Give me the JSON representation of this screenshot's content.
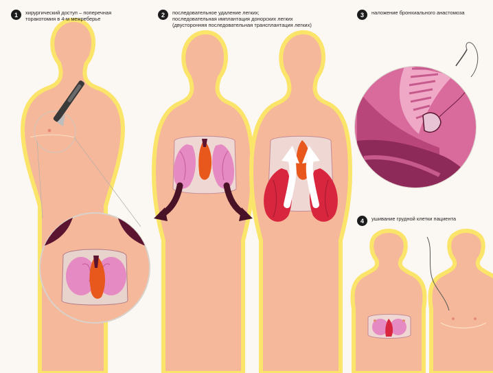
{
  "steps": [
    {
      "number": "1",
      "lines": [
        "хирургический доступ – поперечная",
        "торакотомия в 4-м межреберье"
      ]
    },
    {
      "number": "2",
      "lines": [
        "последовательное удаление легких;",
        "последовательная имплантация донорских легких",
        "(двусторонняя последовательная трансплантация легких)"
      ]
    },
    {
      "number": "3",
      "lines": [
        "наложение бронхиального анастомоза"
      ]
    },
    {
      "number": "4",
      "lines": [
        "ушивание грудной клетки пациента"
      ]
    }
  ],
  "colors": {
    "skin": "#f6b89a",
    "skin_glow": "#fbe46a",
    "lung": "#e58ac2",
    "lung_dark": "#c35a9b",
    "donor_lung": "#d9263f",
    "heart": "#e8581d",
    "chest_cavity": "#5c1530",
    "arrow_dark": "#4a1226",
    "arrow_light": "#ffffff",
    "scalpel": "#3a3a3a"
  },
  "icons": [
    "scalpel-icon",
    "magnifier-circle-icon",
    "arrow-out-icon",
    "arrow-in-icon",
    "suture-needle-icon"
  ]
}
